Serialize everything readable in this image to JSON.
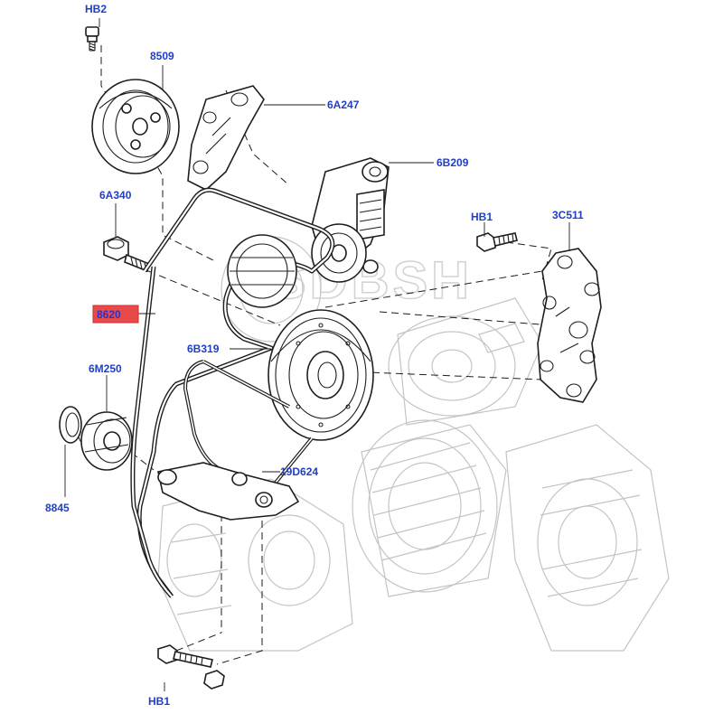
{
  "labels": {
    "hb2": "HB2",
    "p8509": "8509",
    "p6a247": "6A247",
    "p6b209": "6B209",
    "p6a340": "6A340",
    "hb1_top": "HB1",
    "p3c511": "3C511",
    "p8620": "8620",
    "p6b319": "6B319",
    "p6m250": "6M250",
    "p8845": "8845",
    "p19d624": "19D624",
    "hb1_bottom": "HB1"
  },
  "watermark": "SDBSH",
  "colors": {
    "label_text": "#1f3fc9",
    "highlight_fill": "#e84a4a",
    "line_art": "#1e1e1e",
    "ghost_art": "#c4c4c4"
  },
  "highlighted_part": "8620"
}
